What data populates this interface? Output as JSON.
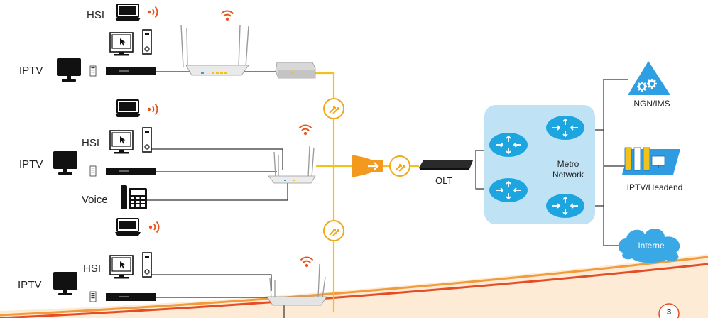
{
  "labels": {
    "hsi": "HSI",
    "iptv": "IPTV",
    "voice": "Voice",
    "olt": "OLT",
    "metro": "Metro",
    "network": "Network",
    "ngn_ims": "NGN/IMS",
    "iptv_headend": "IPTV/Headend",
    "internet": "Interne"
  },
  "page_number": "3",
  "colors": {
    "fiber": "#f2c21b",
    "splitter": "#f39a1e",
    "metro_bg": "#bfe3f5",
    "router": "#1da5e0",
    "ngn": "#2d9fe2",
    "headend": "#2f9be0",
    "cloud": "#3ba8e6",
    "wifi": "#e8541c",
    "curve": "#f29b3a",
    "curve_red": "#e44d26"
  },
  "icons": [
    "monitor-icon",
    "laptop-icon",
    "desktop-pc-icon",
    "set-top-box-icon",
    "telephone-icon",
    "wifi-icon",
    "router-icon",
    "ont-box-icon",
    "splitter-icon",
    "attenuator-icon",
    "olt-icon",
    "gear-icon",
    "server-icon",
    "cloud-icon"
  ]
}
